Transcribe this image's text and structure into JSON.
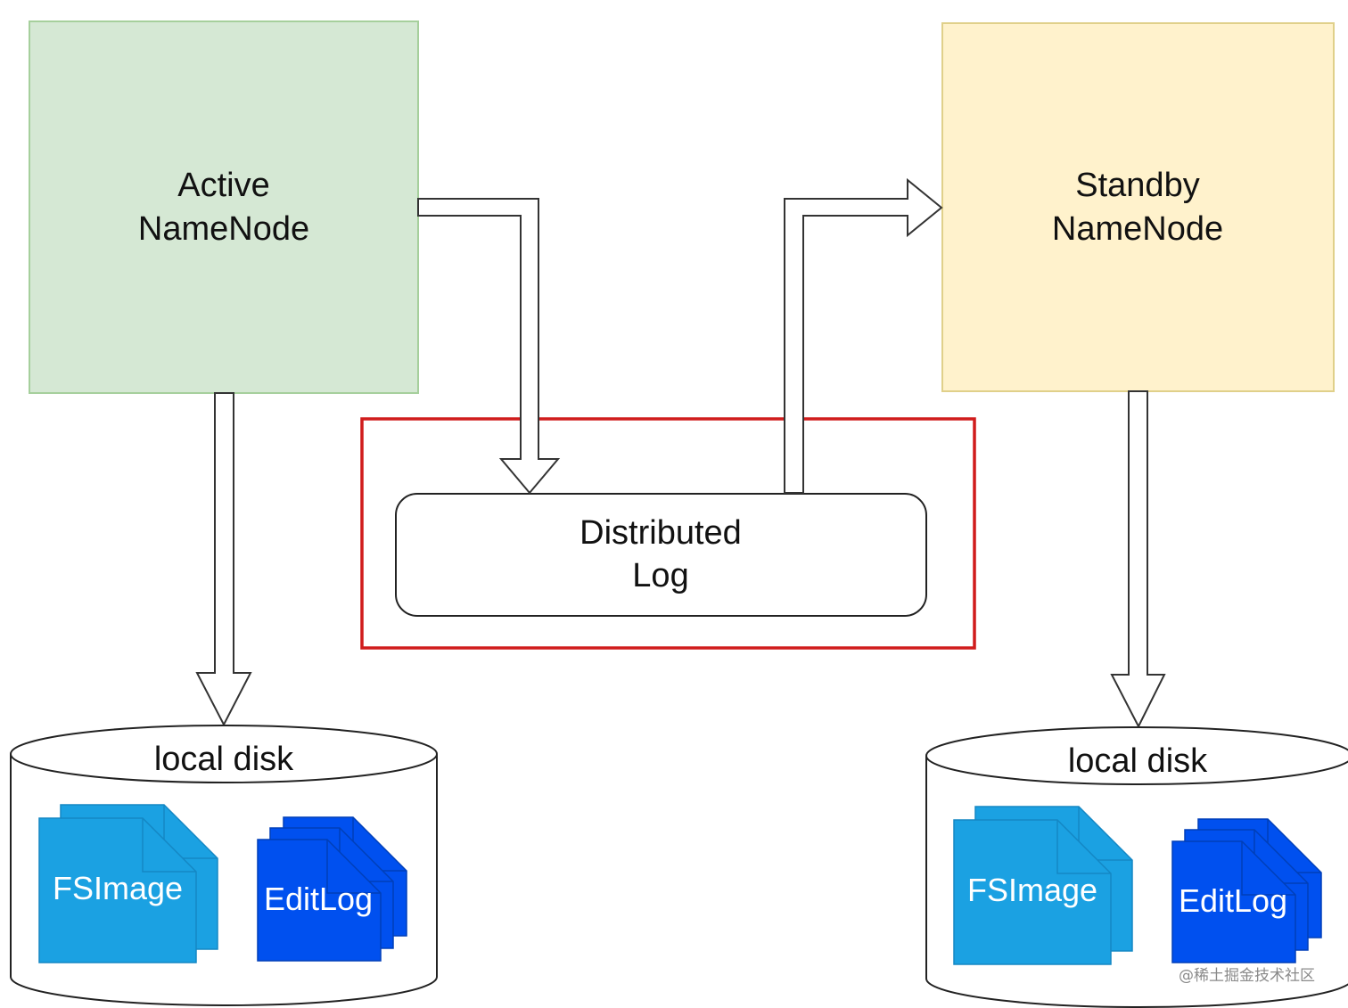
{
  "nodes": {
    "active": {
      "line1": "Active",
      "line2": "NameNode"
    },
    "standby": {
      "line1": "Standby",
      "line2": "NameNode"
    },
    "log": {
      "line1": "Distributed",
      "line2": "Log"
    }
  },
  "disks": {
    "left": {
      "label": "local disk",
      "fsimage": "FSImage",
      "editlog": "EditLog"
    },
    "right": {
      "label": "local disk",
      "fsimage": "FSImage",
      "editlog": "EditLog"
    }
  },
  "colors": {
    "active_fill": "#d5e8d4",
    "active_stroke": "#a6cf9c",
    "standby_fill": "#fff2cc",
    "standby_stroke": "#e0d08a",
    "highlight": "#d01c1c",
    "fsimage_fill": "#1ba1e2",
    "editlog_fill": "#0050ef"
  },
  "watermark": "@稀土掘金技术社区"
}
